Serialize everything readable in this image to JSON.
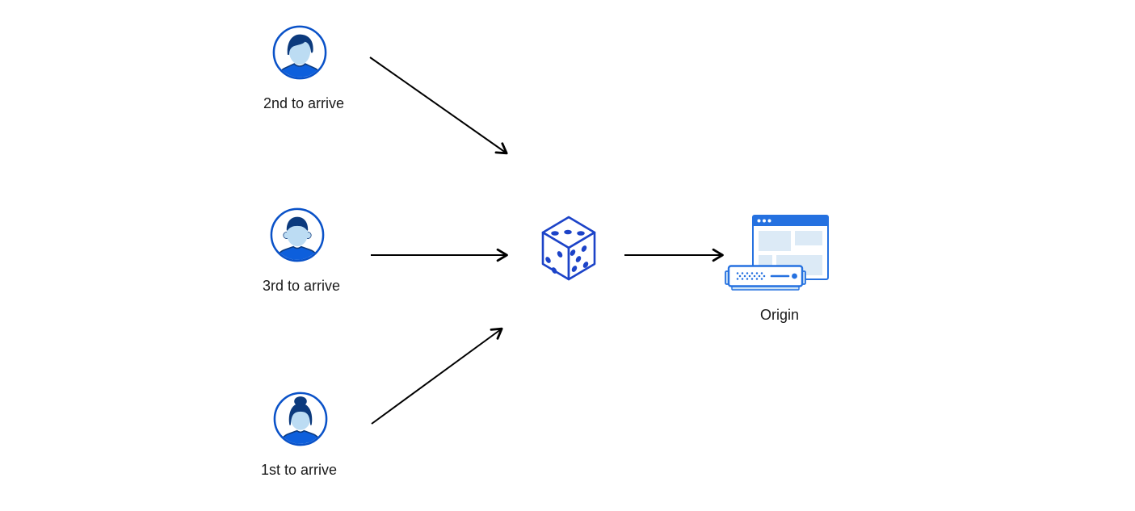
{
  "diagram": {
    "nodes": {
      "user_second": {
        "label": "2nd to arrive",
        "icon": "user-avatar-icon"
      },
      "user_third": {
        "label": "3rd to arrive",
        "icon": "user-avatar-icon"
      },
      "user_first": {
        "label": "1st to arrive",
        "icon": "user-avatar-icon"
      },
      "randomizer": {
        "label": "",
        "icon": "dice-icon"
      },
      "origin": {
        "label": "Origin",
        "icon": "origin-server-icon"
      }
    },
    "edges": [
      {
        "from": "user_second",
        "to": "randomizer"
      },
      {
        "from": "user_third",
        "to": "randomizer"
      },
      {
        "from": "user_first",
        "to": "randomizer"
      },
      {
        "from": "randomizer",
        "to": "origin"
      }
    ],
    "colors": {
      "avatar_ring": "#0a52c8",
      "avatar_hair": "#0c3a7d",
      "avatar_skin": "#bcdcf3",
      "avatar_shirt": "#0d5fdc",
      "dice_blue": "#1c43c8",
      "window_blue": "#2571e0",
      "panel_light": "#dceaf6",
      "server_ear": "#cfe4f6",
      "arrow": "#000000",
      "label": "#1a1a1a",
      "canvas_bg": "#ffffff"
    }
  }
}
